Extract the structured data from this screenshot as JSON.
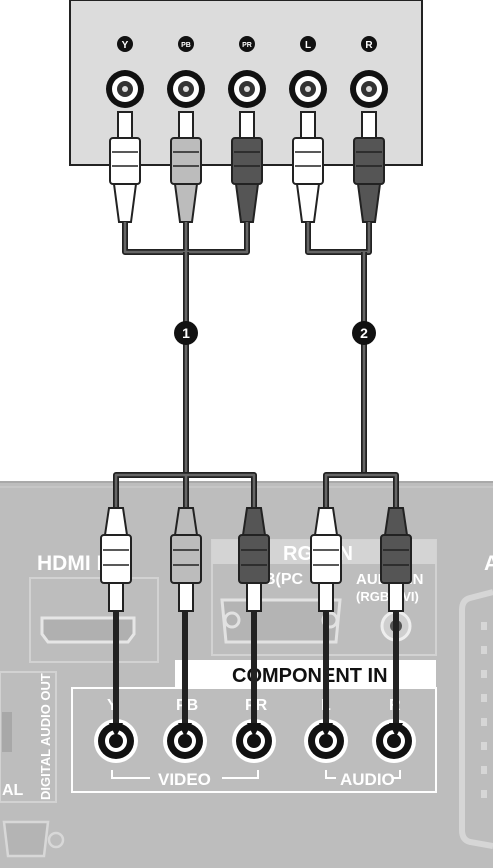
{
  "source_panel": {
    "jack_labels": [
      "Y",
      "PB",
      "PR",
      "L",
      "R"
    ]
  },
  "cable_numbers": [
    "1",
    "2"
  ],
  "tv_panel": {
    "hdmi_label": "HDMI I",
    "rgb_in_label": "RGB IN",
    "rgb_pc_label": "B(PC",
    "audio_in_label": "AUDIO IN",
    "audio_in_sub_label": "(RGB/DVI)",
    "component_in_label": "COMPONENT IN",
    "jack_labels": [
      "Y",
      "PB",
      "PR",
      "L",
      "R"
    ],
    "video_group_label": "VIDEO",
    "audio_group_label": "AUDIO",
    "digital_audio_out_label": "DIGITAL AUDIO OUT",
    "optical_fragment": "AL",
    "edge_fragment": "A"
  },
  "colors": {
    "panel": "#bdbdbd",
    "source_box": "#dcdcdc",
    "plug_white": "#ffffff",
    "plug_gray": "#bcbcbc",
    "plug_dark": "#555555",
    "cable": "#444444"
  }
}
